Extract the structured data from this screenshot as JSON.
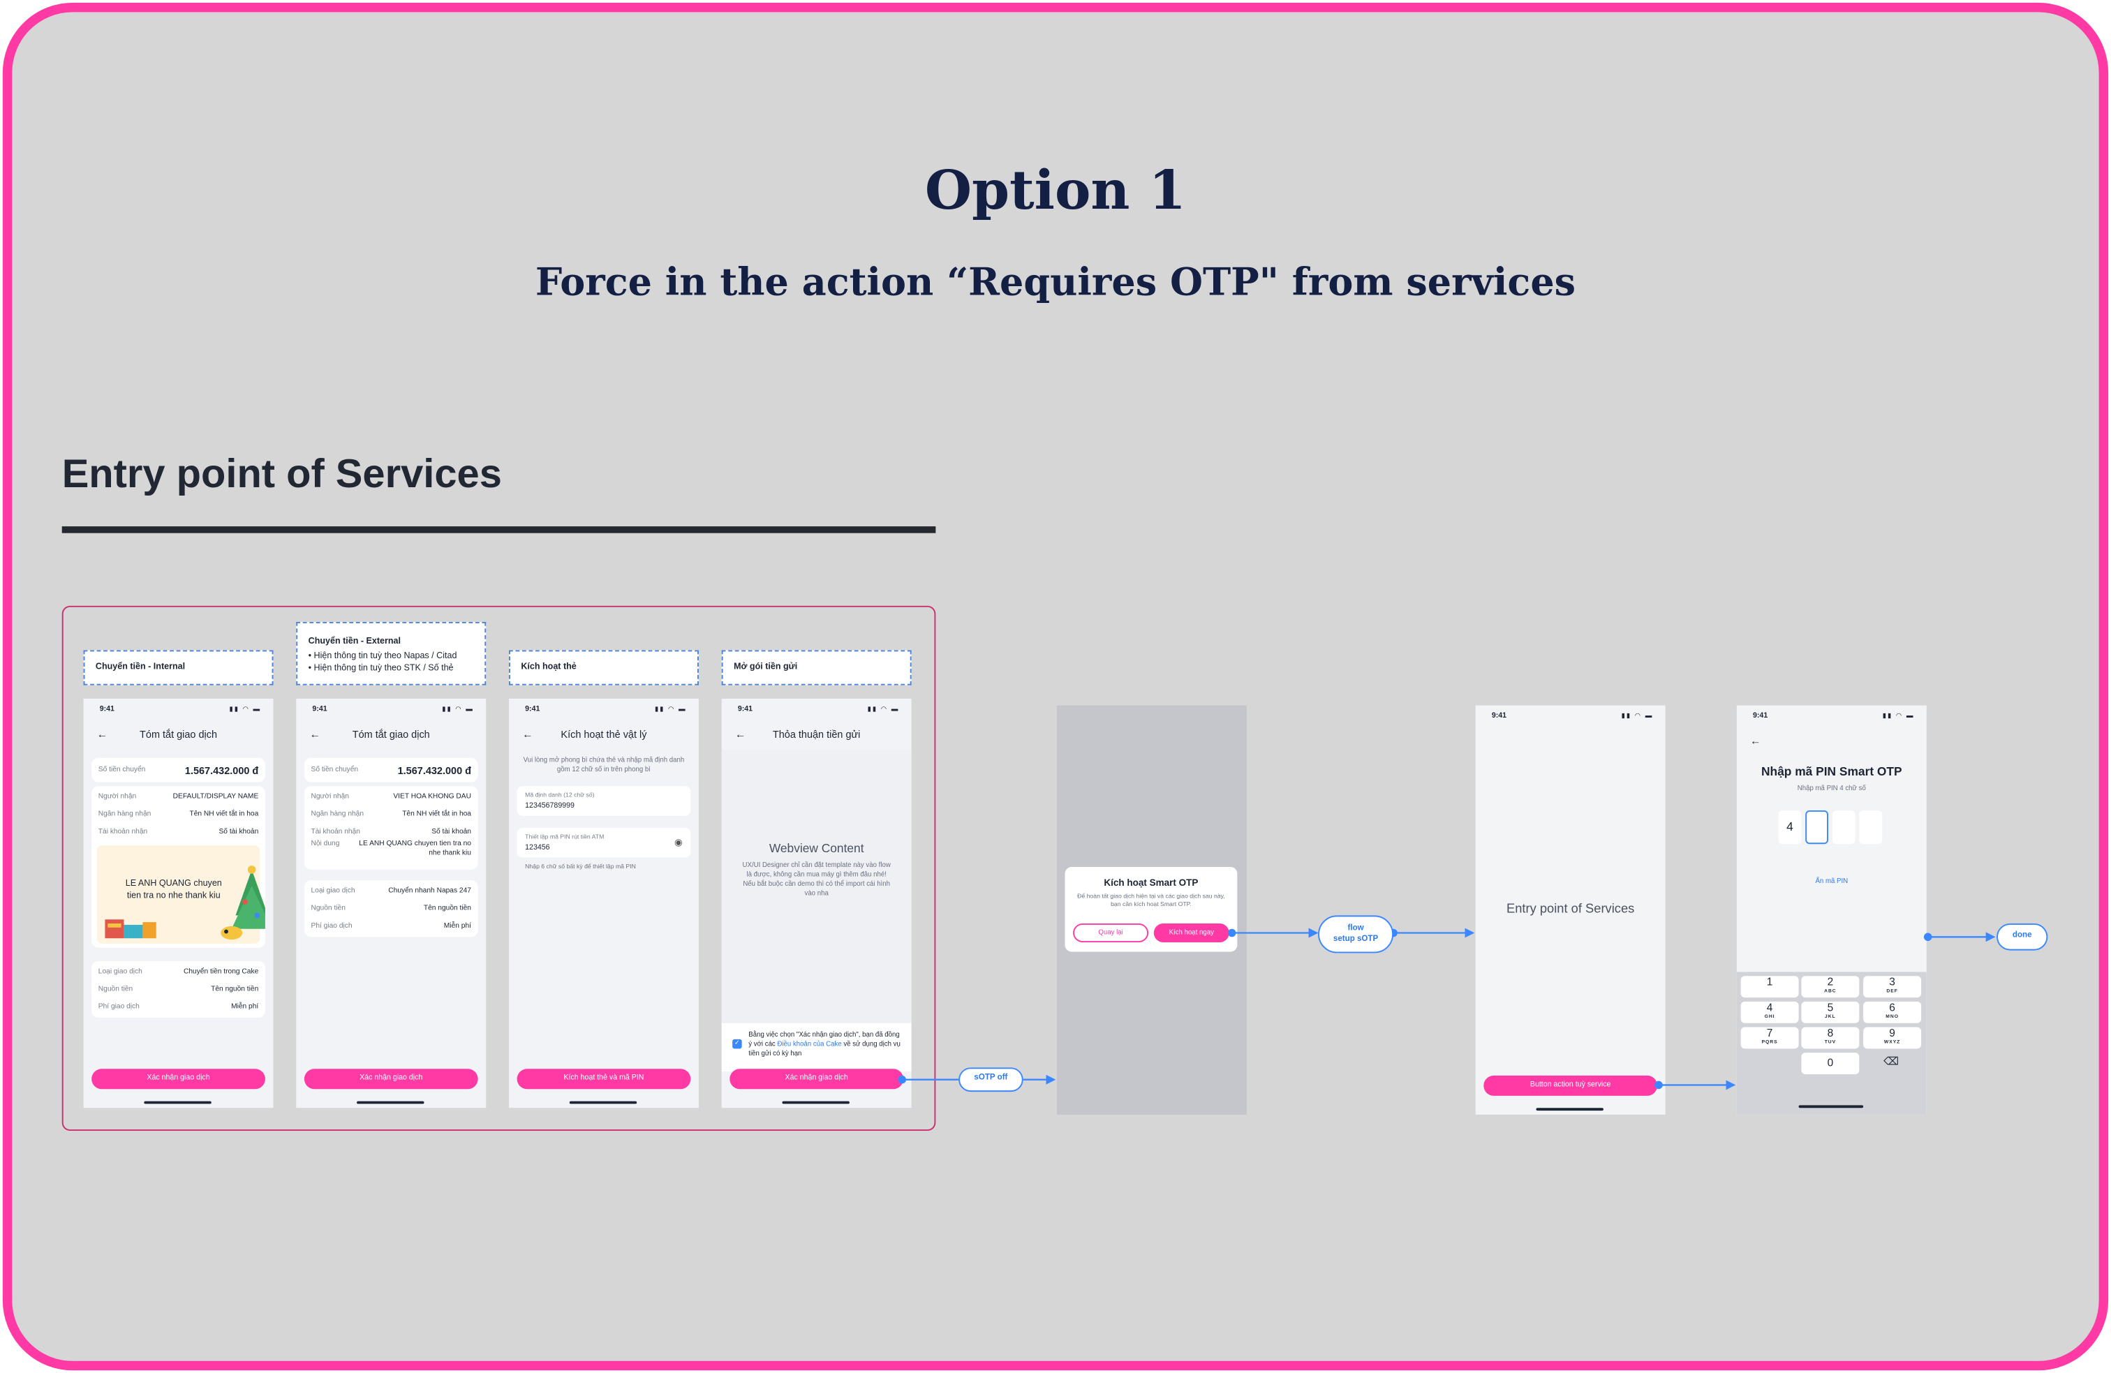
{
  "header": {
    "title": "Option 1",
    "subtitle": "Force in the action “Requires OTP\" from services"
  },
  "section": {
    "title": "Entry point of Services"
  },
  "tags": {
    "internal": "Chuyển tiền - Internal",
    "external": "Chuyển tiền - External",
    "external_bullets": [
      "Hiện thông tin tuỳ theo Napas / Citad",
      "Hiện thông tin tuỳ theo STK / Số thẻ"
    ],
    "card": "Kích hoạt thẻ",
    "deposit": "Mở gói tiền gửi"
  },
  "status_time": "9:41",
  "screen1": {
    "title": "Tóm tắt giao dịch",
    "amount_label": "Số tiền chuyển",
    "amount": "1.567.432.000 đ",
    "rows": [
      {
        "k": "Người nhận",
        "v": "DEFAULT/DISPLAY NAME"
      },
      {
        "k": "Ngân hàng nhận",
        "v": "Tên NH viết tắt in hoa"
      },
      {
        "k": "Tài khoản nhận",
        "v": "Số tài khoản"
      }
    ],
    "card_text": "LE ANH QUANG chuyen tien tra no nhe thank kiu",
    "rows2": [
      {
        "k": "Loại giao dịch",
        "v": "Chuyển tiền trong Cake"
      },
      {
        "k": "Nguồn tiền",
        "v": "Tên nguồn tiền"
      },
      {
        "k": "Phí giao dịch",
        "v": "Miễn phí"
      }
    ],
    "cta": "Xác nhận giao dịch"
  },
  "screen2": {
    "title": "Tóm tắt giao dịch",
    "amount_label": "Số tiền chuyển",
    "amount": "1.567.432.000 đ",
    "rows": [
      {
        "k": "Người nhận",
        "v": "VIET HOA KHONG DAU"
      },
      {
        "k": "Ngân hàng nhận",
        "v": "Tên NH viết tắt in hoa"
      },
      {
        "k": "Tài khoản nhận",
        "v": "Số tài khoản"
      }
    ],
    "content_label": "Nội dung",
    "content_value": "LE ANH QUANG chuyen tien tra no nhe thank kiu",
    "rows2": [
      {
        "k": "Loại giao dịch",
        "v": "Chuyển nhanh Napas 247"
      },
      {
        "k": "Nguồn tiền",
        "v": "Tên nguồn tiền"
      },
      {
        "k": "Phí giao dịch",
        "v": "Miễn phí"
      }
    ],
    "cta": "Xác nhận giao dịch"
  },
  "screen3": {
    "title": "Kích hoạt thẻ vật lý",
    "note": "Vui lòng mở phong bì chứa thẻ và nhập mã định danh gồm 12 chữ số in trên phong bì",
    "id_label": "Mã định danh (12 chữ số)",
    "id_value": "123456789999",
    "pin_label": "Thiết lập mã PIN rút tiền ATM",
    "pin_value": "123456",
    "pin_hint": "Nhập 6 chữ số bất kỳ để thiết lập mã PIN",
    "cta": "Kích hoạt thẻ và mã PIN"
  },
  "screen4": {
    "title": "Thỏa thuận tiền gửi",
    "webview_title": "Webview Content",
    "webview_text": "UX/UI Designer chỉ cần đặt template này vào flow là được, không cần mua máy gì thêm đâu nhé! Nếu bắt buộc cần demo thì có thể import cái hình vào nha",
    "agree_a": "Bằng việc chọn \"Xác nhận giao dịch\", bạn đã đồng ý với các ",
    "agree_link": "Điều khoản của Cake",
    "agree_b": " về sử dụng dịch vụ tiền gửi có kỳ hạn",
    "cta": "Xác nhận giao dịch"
  },
  "flow": {
    "sotp_off": "sOTP off",
    "setup_line1": "flow",
    "setup_line2": "setup sOTP",
    "done": "done"
  },
  "dialog": {
    "title": "Kích hoạt Smart OTP",
    "text": "Để hoàn tất giao dịch hiện tại và các giao dịch sau này, bạn cần kích hoạt Smart OTP.",
    "back": "Quay lại",
    "activate": "Kích hoạt ngay"
  },
  "entry_screen": {
    "label": "Entry point of Services",
    "button": "Button action tuỳ service"
  },
  "pin_screen": {
    "title": "Nhập mã PIN Smart OTP",
    "subtitle": "Nhập mã PIN 4 chữ số",
    "first_digit": "4",
    "hide": "Ẩn mã PIN",
    "keys": [
      {
        "n": "1",
        "l": ""
      },
      {
        "n": "2",
        "l": "ABC"
      },
      {
        "n": "3",
        "l": "DEF"
      },
      {
        "n": "4",
        "l": "GHI"
      },
      {
        "n": "5",
        "l": "JKL"
      },
      {
        "n": "6",
        "l": "MNO"
      },
      {
        "n": "7",
        "l": "PQRS"
      },
      {
        "n": "8",
        "l": "TUV"
      },
      {
        "n": "9",
        "l": "WXYZ"
      },
      {
        "n": "0",
        "l": ""
      }
    ]
  },
  "colors": {
    "accent": "#ff3aa5",
    "link": "#3a87ff",
    "navy": "#132044"
  }
}
